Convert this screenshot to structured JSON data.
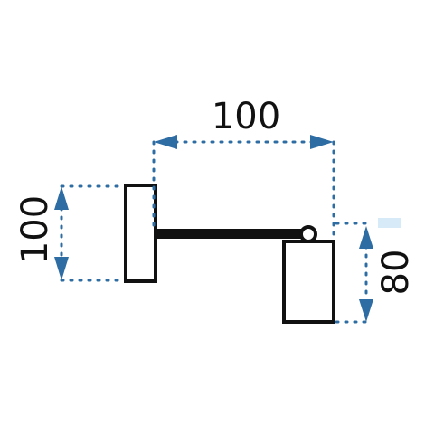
{
  "dimensions": {
    "top_width": "100",
    "left_height": "100",
    "right_height": "80"
  },
  "colors": {
    "outline": "#111111",
    "dimension": "#2e6da4",
    "accent_light": "#d6ebf7",
    "background": "#ffffff"
  }
}
